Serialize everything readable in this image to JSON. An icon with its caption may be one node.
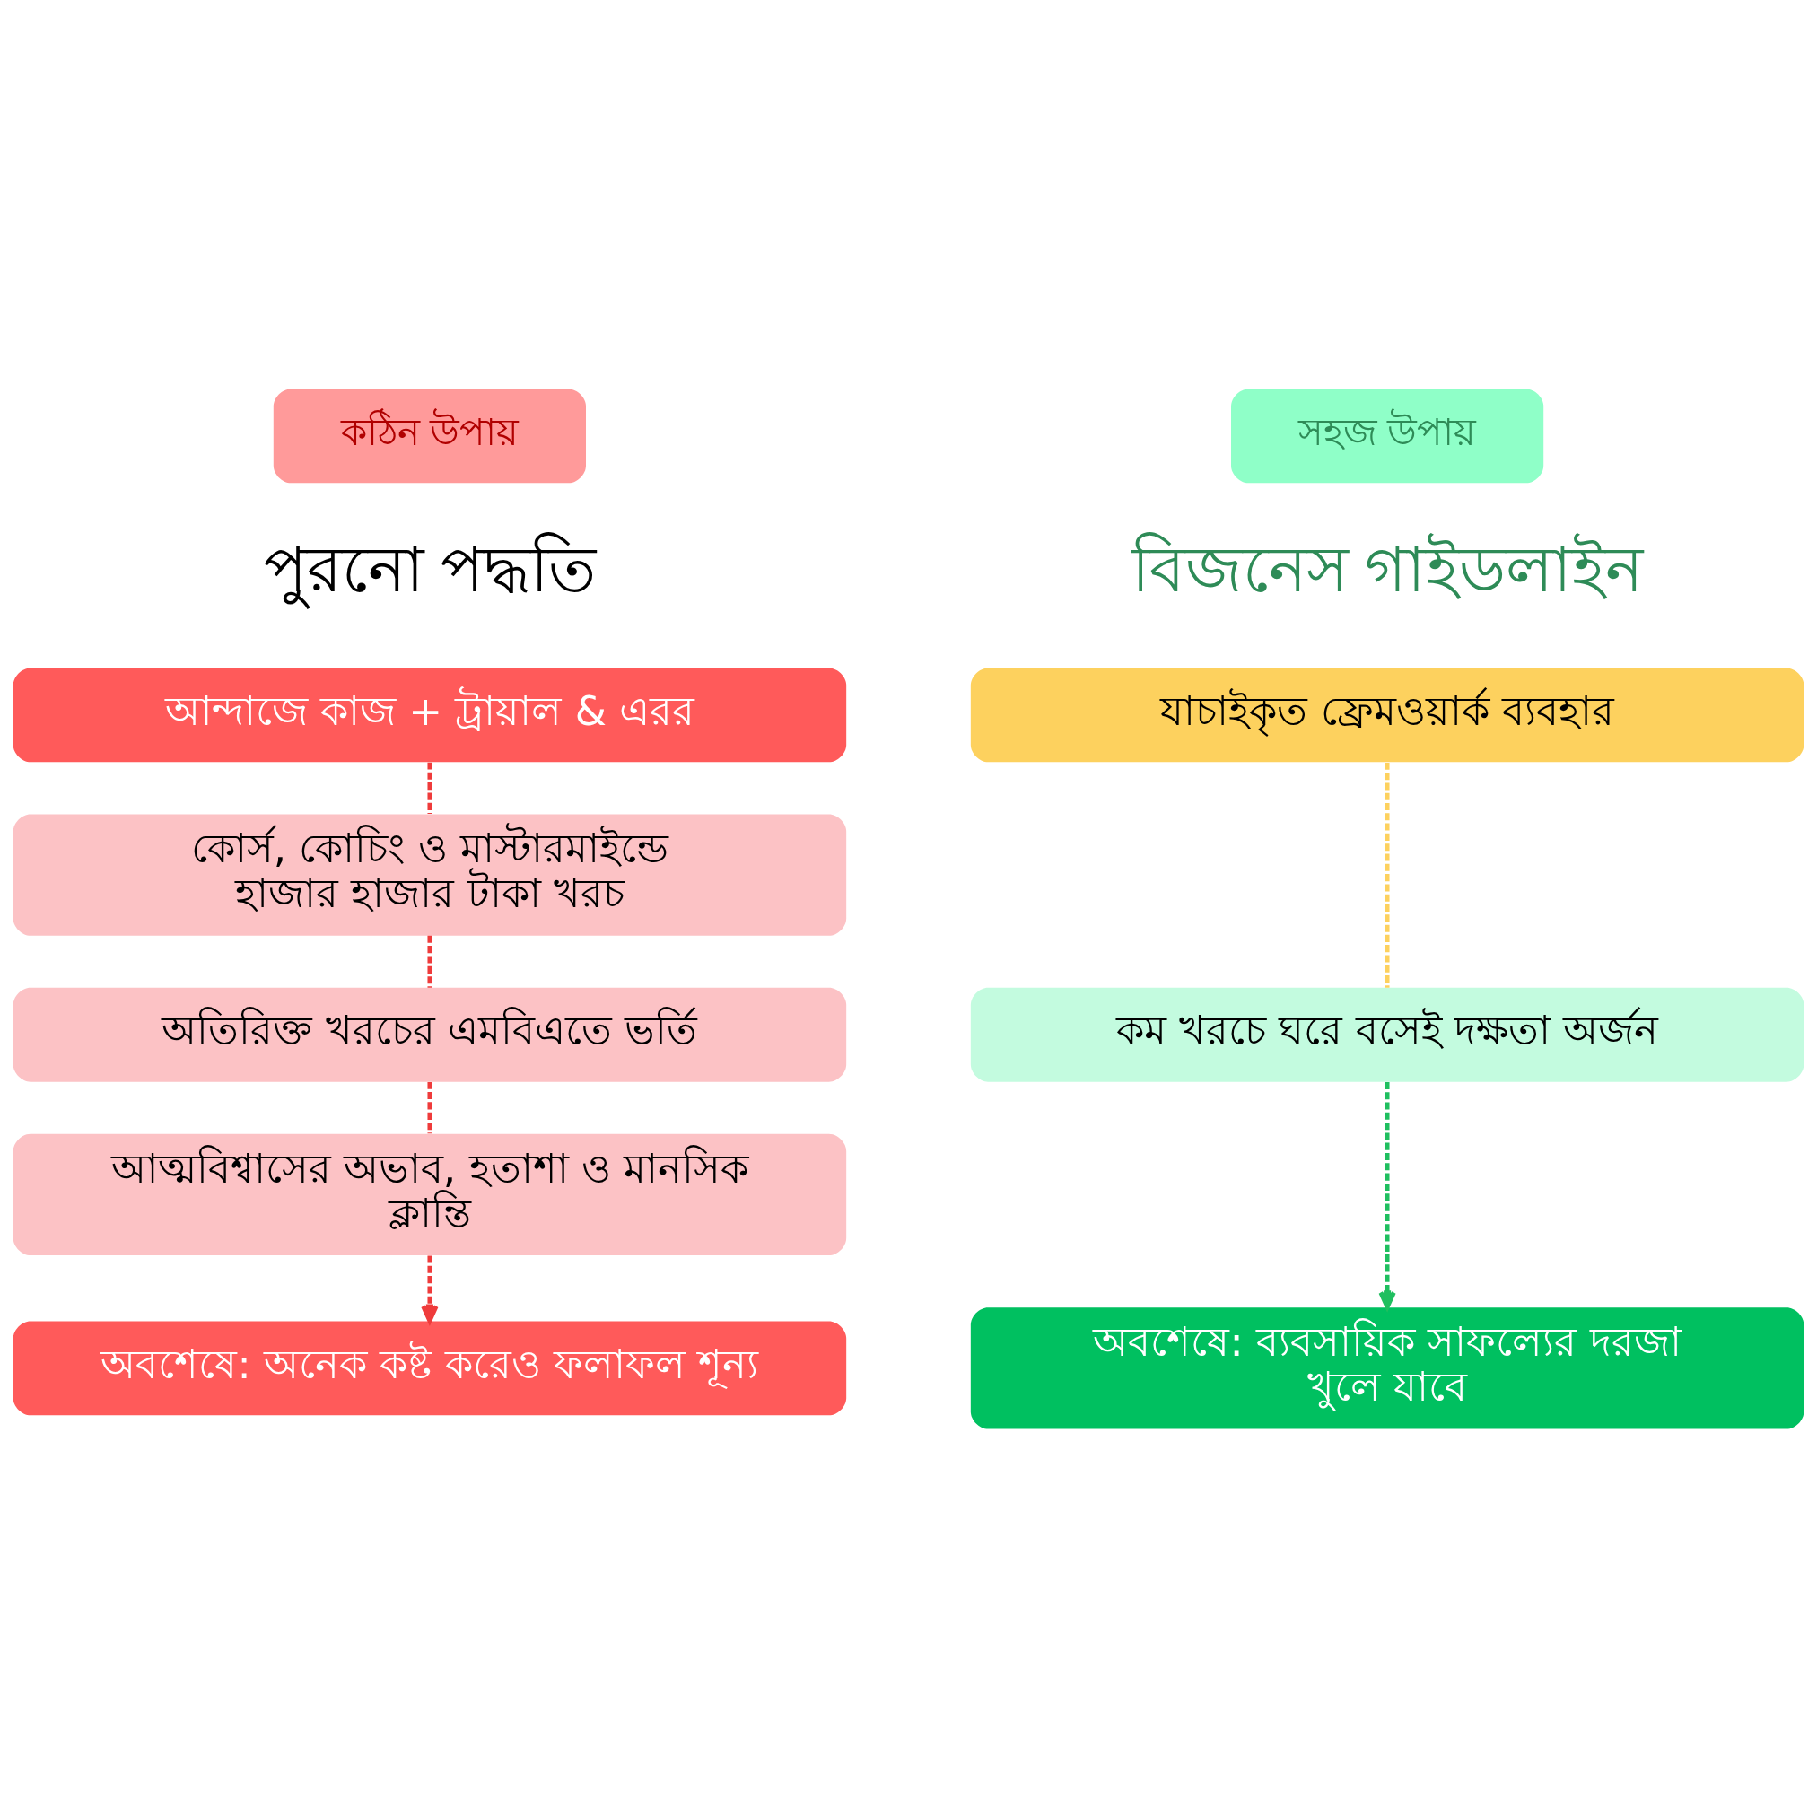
{
  "diagram": {
    "nodes": [
      {
        "text": [
          "কঠিন উপায়"
        ]
      },
      {
        "text": [
          "আন্দাজে কাজ + ট্রায়াল & এরর"
        ]
      },
      {
        "text": [
          "কোর্স, কোচিং ও মাস্টারমাইন্ডে হাজার হাজার টাকা খরচ"
        ]
      },
      {
        "text": [
          "অতিরিক্ত খরচের এমবিএতে ভর্তি"
        ]
      },
      {
        "text": [
          "আত্মবিশ্বাসের অভাব, হতাশা ও মানসিক ক্লান্তি"
        ]
      },
      {
        "text": [
          "অবশেষে: অনেক কষ্ট করেও ফলাফল শূন্য"
        ]
      },
      {
        "text": [
          "সহজ উপায়"
        ]
      },
      {
        "text": [
          "যাচাইকৃত ফ্রেমওয়ার্ক ব্যবহার"
        ]
      },
      {
        "text": [
          "কম খরচে ঘরে বসেই দক্ষতা অর্জন"
        ]
      },
      {
        "text": [
          "অবশেষে: ব্যবসায়িক সাফল্যের দরজা খুলে যাবে"
        ]
      }
    ],
    "edges": [
      {
        "from": 1,
        "to": 2,
        "arrow": "none",
        "style": "dashed",
        "color": "#ef3b3b"
      },
      {
        "from": 2,
        "to": 3,
        "arrow": "none",
        "style": "dashed",
        "color": "#ef3b3b"
      },
      {
        "from": 3,
        "to": 4,
        "arrow": "none",
        "style": "dashed",
        "color": "#ef3b3b"
      },
      {
        "from": 4,
        "to": 5,
        "arrow": "to",
        "style": "dashed",
        "color": "#ef3b3b"
      },
      {
        "from": 7,
        "to": 8,
        "arrow": "none",
        "style": "dashed",
        "color": "#fdd15e"
      },
      {
        "from": 8,
        "to": 9,
        "arrow": "to",
        "style": "dashed",
        "color": "#1fbf5f"
      }
    ],
    "labels": [
      "পুরনো পদ্ধতি",
      "বিজনেস গাইডলাইন"
    ]
  }
}
